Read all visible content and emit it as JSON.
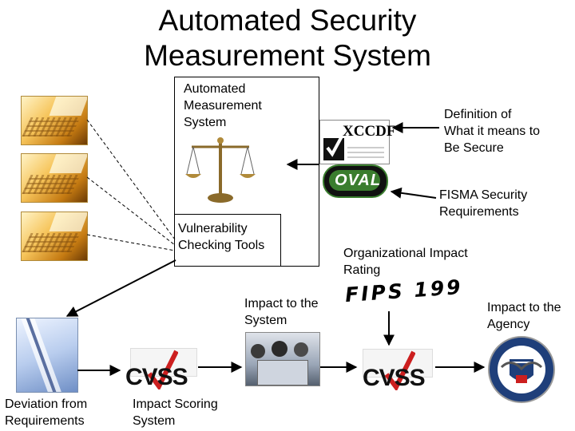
{
  "title": {
    "line1": "Automated Security",
    "line2": "Measurement System"
  },
  "labels": {
    "automated_measurement": "Automated\nMeasurement\nSystem",
    "definition": "Definition of\nWhat it means to\nBe Secure",
    "fisma": "FISMA Security\nRequirements",
    "vulnerability_tools": "Vulnerability\nChecking Tools",
    "org_impact": "Organizational Impact\nRating",
    "impact_system": "Impact to the\nSystem",
    "impact_agency": "Impact to the\nAgency",
    "deviation": "Deviation from\nRequirements",
    "impact_scoring": "Impact Scoring\nSystem"
  },
  "logos": {
    "xccdf": "XCCDF",
    "oval": "OVAL",
    "fips": "FIPS 199",
    "cvss": "CVSS"
  },
  "colors": {
    "cvss_red": "#cc1f1f",
    "oval_green": "#3a7d2e",
    "dhs_blue": "#1f3f7a",
    "laptop_gold": "#e8a530"
  }
}
